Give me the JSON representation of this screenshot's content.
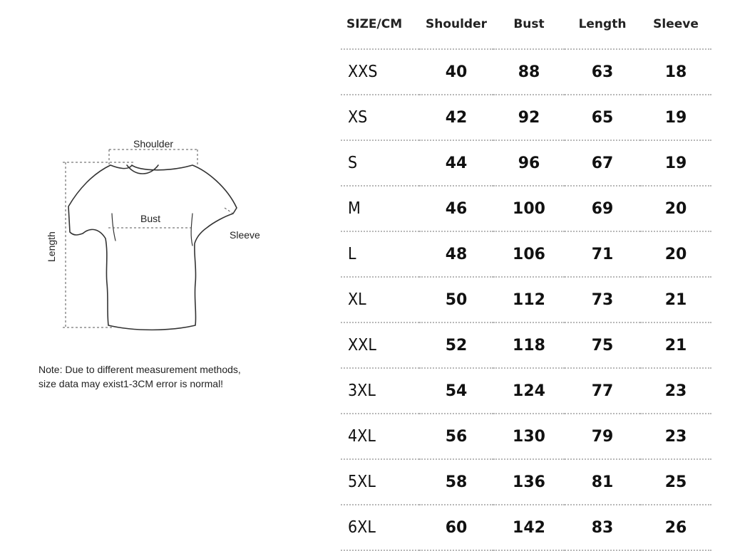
{
  "diagram": {
    "labels": {
      "shoulder": "Shoulder",
      "bust": "Bust",
      "sleeve": "Sleeve",
      "length": "Length"
    }
  },
  "note": {
    "line1": "Note: Due to different measurement methods,",
    "line2": "size data may exist1-3CM error is normal!"
  },
  "table": {
    "headers": [
      "SIZE/CM",
      "Shoulder",
      "Bust",
      "Length",
      "Sleeve"
    ],
    "rows": [
      [
        "XXS",
        "40",
        "88",
        "63",
        "18"
      ],
      [
        "XS",
        "42",
        "92",
        "65",
        "19"
      ],
      [
        "S",
        "44",
        "96",
        "67",
        "19"
      ],
      [
        "M",
        "46",
        "100",
        "69",
        "20"
      ],
      [
        "L",
        "48",
        "106",
        "71",
        "20"
      ],
      [
        "XL",
        "50",
        "112",
        "73",
        "21"
      ],
      [
        "XXL",
        "52",
        "118",
        "75",
        "21"
      ],
      [
        "3XL",
        "54",
        "124",
        "77",
        "23"
      ],
      [
        "4XL",
        "56",
        "130",
        "79",
        "23"
      ],
      [
        "5XL",
        "58",
        "136",
        "81",
        "25"
      ],
      [
        "6XL",
        "60",
        "142",
        "83",
        "26"
      ]
    ]
  }
}
